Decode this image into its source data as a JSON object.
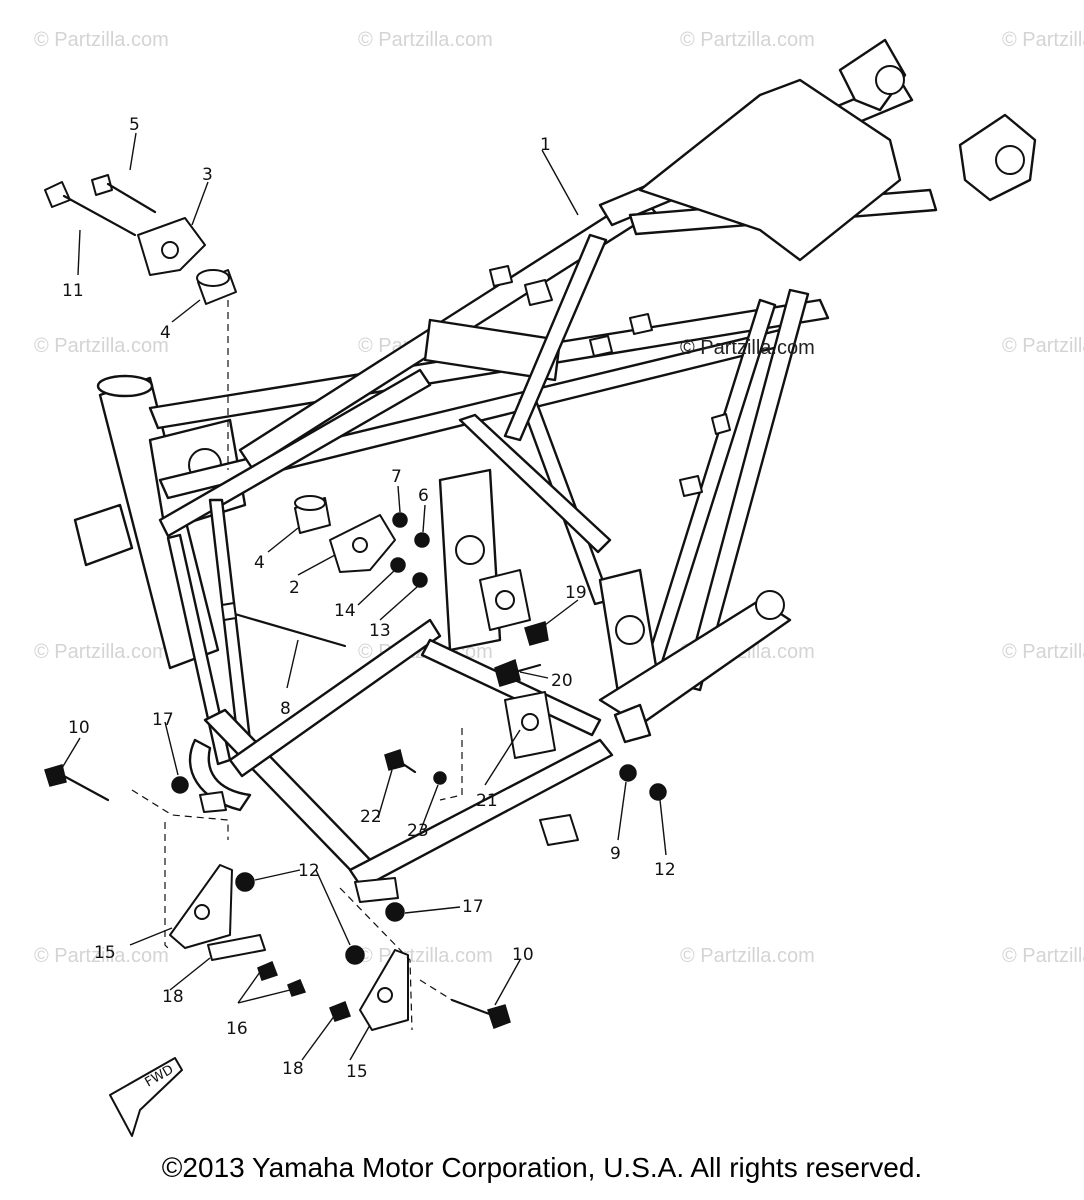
{
  "watermark": "© Partzilla.com",
  "inline_watermark": "© Partzilla.com",
  "footer": {
    "copyright": "©2013 Yamaha Motor Corporation, U.S.A. All rights reserved."
  },
  "fwd_label": "FWD",
  "callouts": [
    {
      "id": "c1",
      "label": "1"
    },
    {
      "id": "c2",
      "label": "2"
    },
    {
      "id": "c3",
      "label": "3"
    },
    {
      "id": "c4a",
      "label": "4"
    },
    {
      "id": "c4b",
      "label": "4"
    },
    {
      "id": "c5",
      "label": "5"
    },
    {
      "id": "c6",
      "label": "6"
    },
    {
      "id": "c7",
      "label": "7"
    },
    {
      "id": "c8",
      "label": "8"
    },
    {
      "id": "c9",
      "label": "9"
    },
    {
      "id": "c10a",
      "label": "10"
    },
    {
      "id": "c10b",
      "label": "10"
    },
    {
      "id": "c11",
      "label": "11"
    },
    {
      "id": "c12a",
      "label": "12"
    },
    {
      "id": "c12b",
      "label": "12"
    },
    {
      "id": "c13",
      "label": "13"
    },
    {
      "id": "c14",
      "label": "14"
    },
    {
      "id": "c15a",
      "label": "15"
    },
    {
      "id": "c15b",
      "label": "15"
    },
    {
      "id": "c16",
      "label": "16"
    },
    {
      "id": "c17a",
      "label": "17"
    },
    {
      "id": "c17b",
      "label": "17"
    },
    {
      "id": "c18a",
      "label": "18"
    },
    {
      "id": "c18b",
      "label": "18"
    },
    {
      "id": "c19",
      "label": "19"
    },
    {
      "id": "c20",
      "label": "20"
    },
    {
      "id": "c21",
      "label": "21"
    },
    {
      "id": "c22",
      "label": "22"
    },
    {
      "id": "c23",
      "label": "23"
    }
  ]
}
